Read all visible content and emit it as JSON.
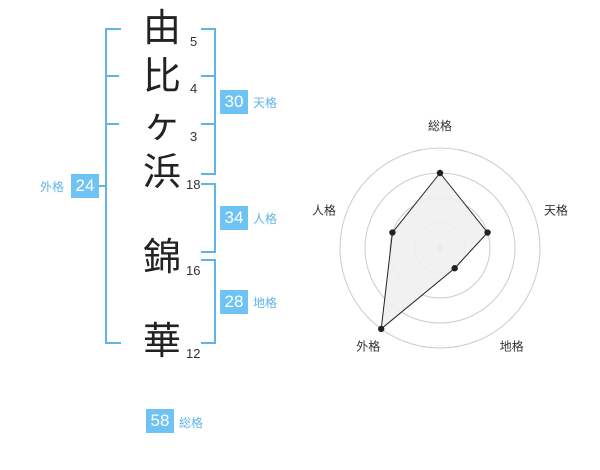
{
  "name_chars": [
    {
      "char": "由",
      "strokes": "5"
    },
    {
      "char": "比",
      "strokes": "4"
    },
    {
      "char": "ヶ",
      "strokes": "3"
    },
    {
      "char": "浜",
      "strokes": "18"
    },
    {
      "char": "錦",
      "strokes": "16"
    },
    {
      "char": "華",
      "strokes": "12"
    }
  ],
  "kakusu": {
    "tenkaku": {
      "value": "30",
      "label": "天格"
    },
    "jinkaku": {
      "value": "34",
      "label": "人格"
    },
    "chikaku": {
      "value": "28",
      "label": "地格"
    },
    "gaikaku": {
      "value": "24",
      "label": "外格"
    },
    "soukaku": {
      "value": "58",
      "label": "総格"
    }
  },
  "chart_data": {
    "type": "radar",
    "axes": [
      "総格",
      "天格",
      "地格",
      "外格",
      "人格"
    ],
    "values": [
      3,
      2,
      1,
      4,
      2
    ],
    "rings": 4,
    "max": 4,
    "colors": {
      "fill": "#efefef",
      "stroke": "#222222",
      "ring": "#cccccc",
      "center": "#bbbbbb"
    }
  }
}
